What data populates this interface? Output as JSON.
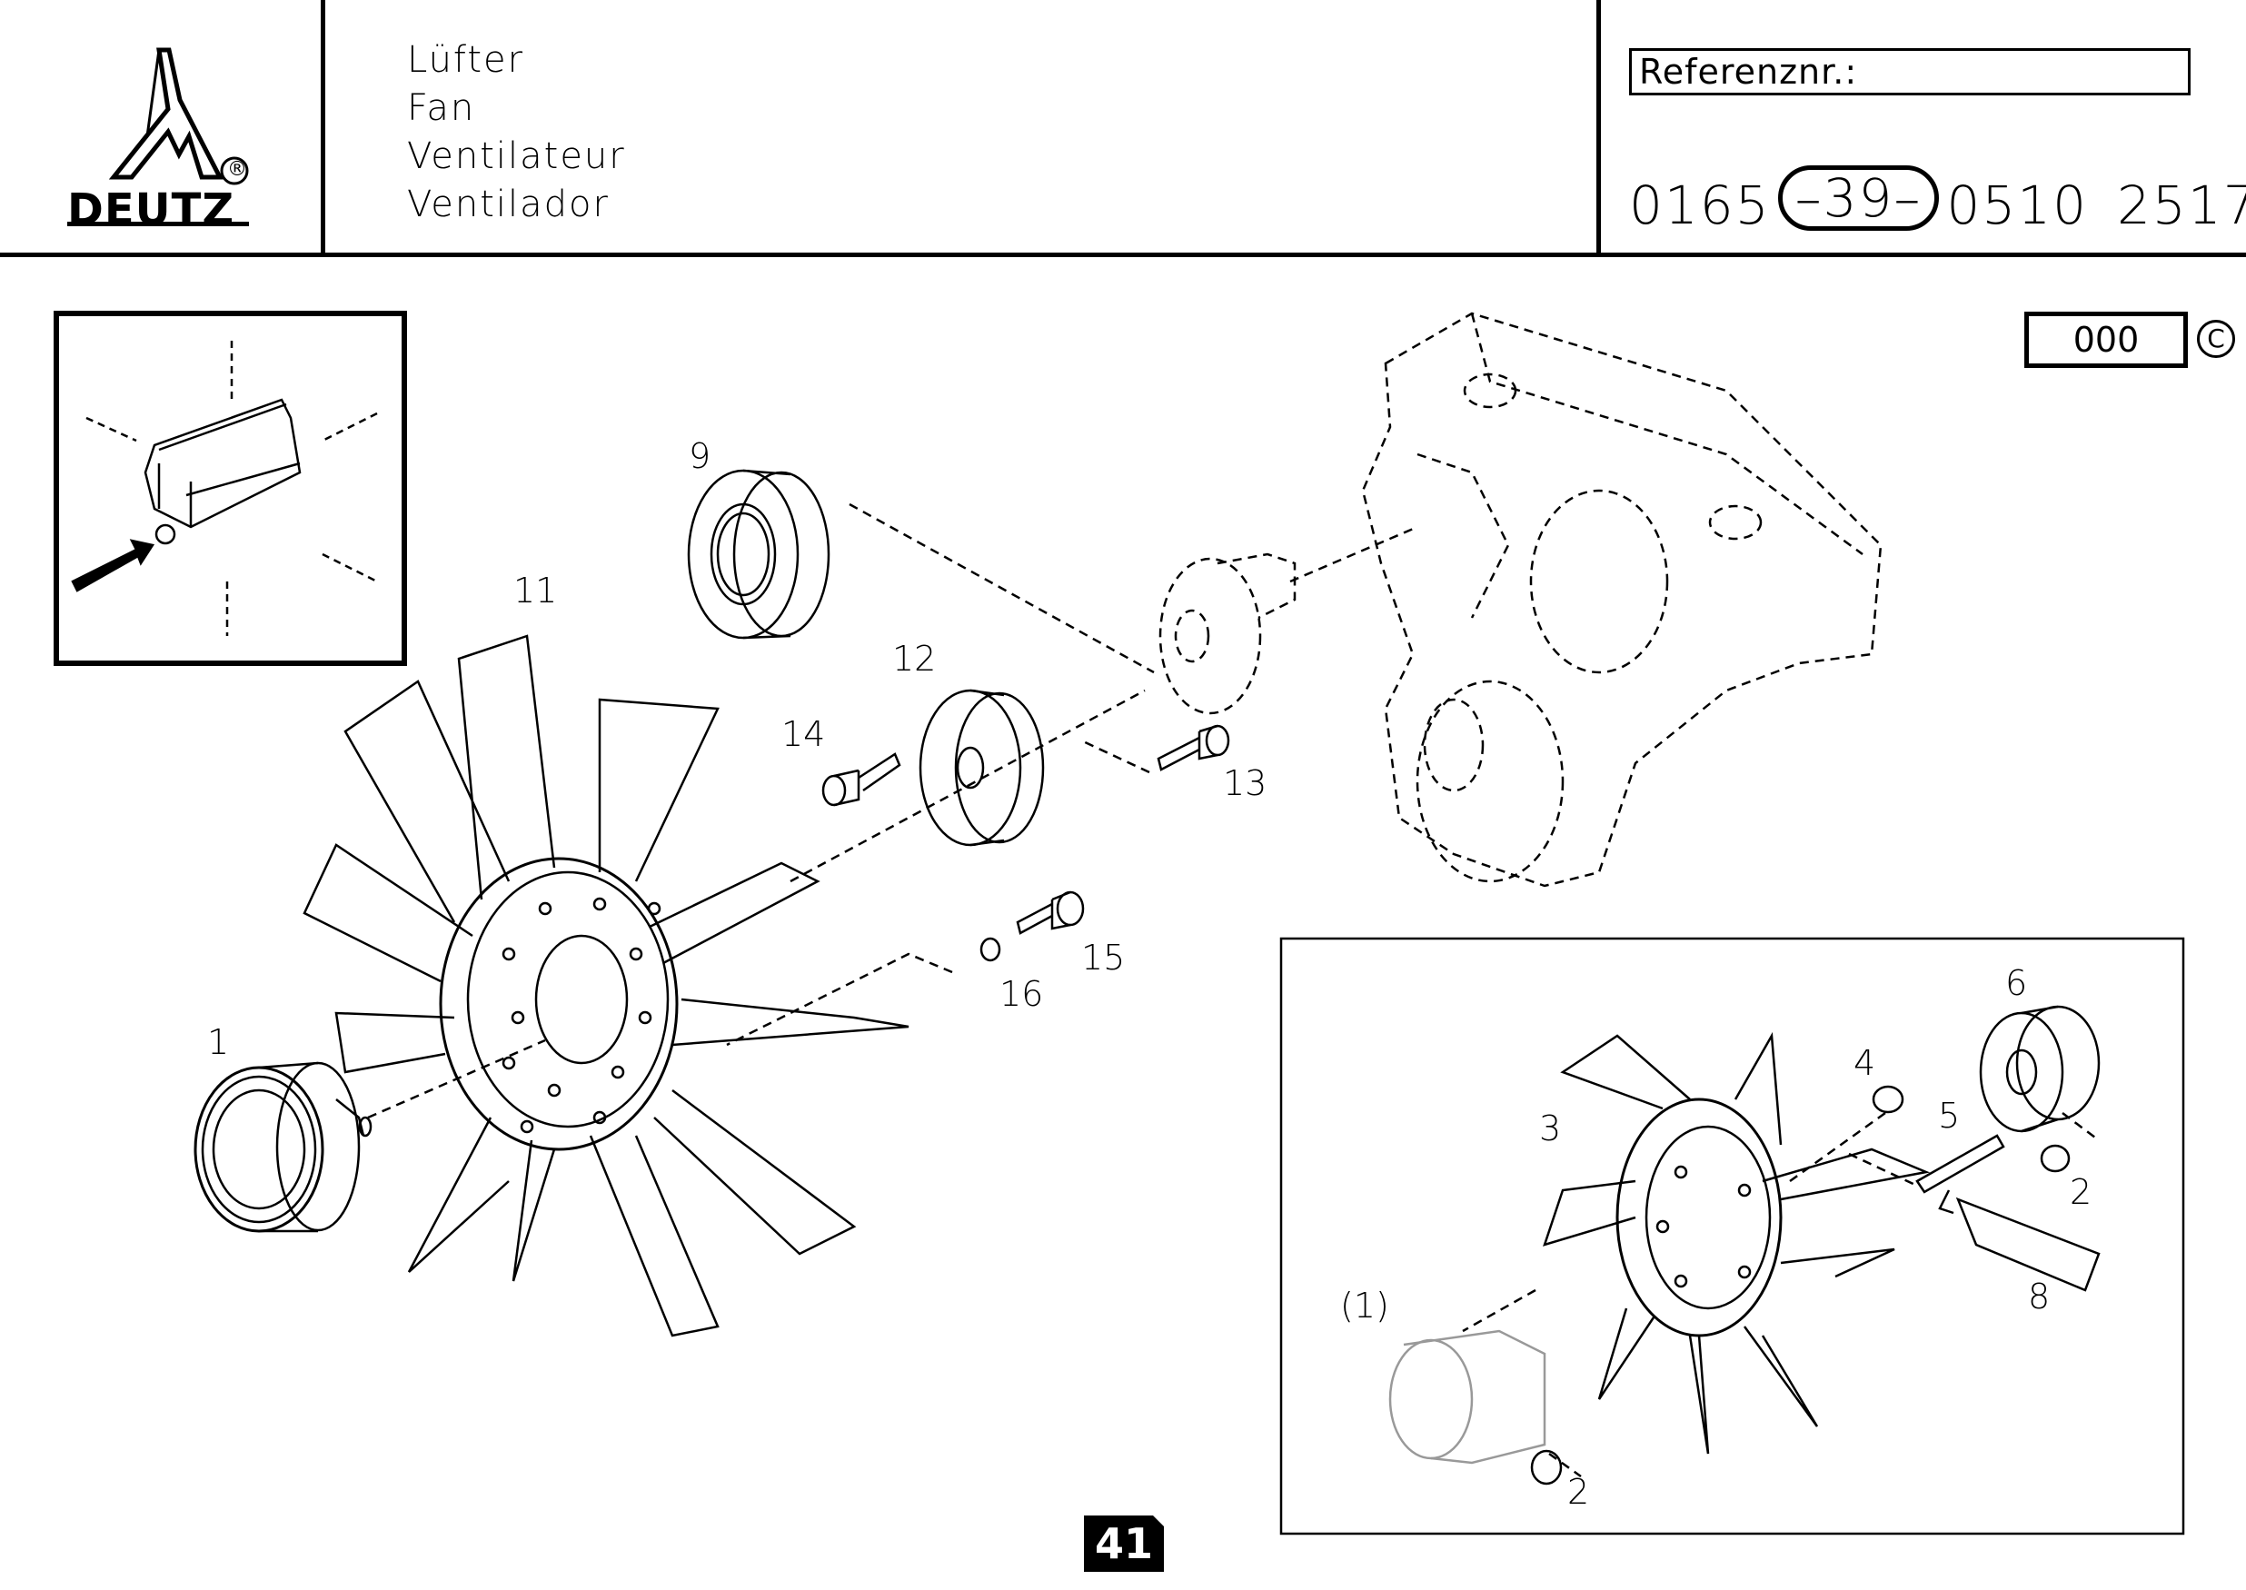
{
  "header": {
    "brand": "DEUTZ",
    "registered_mark": "®",
    "titles": [
      "Lüfter",
      "Fan",
      "Ventilateur",
      "Ventilador"
    ],
    "reference_label": "Referenznr.:",
    "part_number": {
      "prefix": "0165",
      "highlighted": "–39–",
      "middle": "0510",
      "suffix": "2517"
    }
  },
  "variant_code": "000",
  "copyright_symbol": "C",
  "callouts": {
    "c1": "1",
    "c9": "9",
    "c11": "11",
    "c12": "12",
    "c13": "13",
    "c14": "14",
    "c15": "15",
    "c16": "16",
    "inset": {
      "c_paren1": "(1)",
      "c2a": "2",
      "c2b": "2",
      "c3": "3",
      "c4": "4",
      "c5": "5",
      "c6": "6",
      "c8": "8"
    }
  },
  "page_number": "41"
}
